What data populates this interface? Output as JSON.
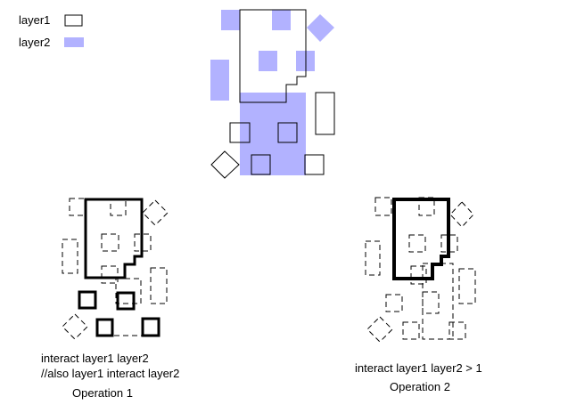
{
  "legend": {
    "layer1_label": "layer1",
    "layer2_label": "layer2"
  },
  "colors": {
    "layer1_stroke": "#000000",
    "layer2_fill": "#b2b2ff",
    "background": "#ffffff"
  },
  "operation1": {
    "line1": "interact layer1 layer2",
    "line2": "//also layer1 interact layer2",
    "caption": "Operation 1"
  },
  "operation2": {
    "line1": "interact layer1 layer2 > 1",
    "caption": "Operation 2"
  }
}
